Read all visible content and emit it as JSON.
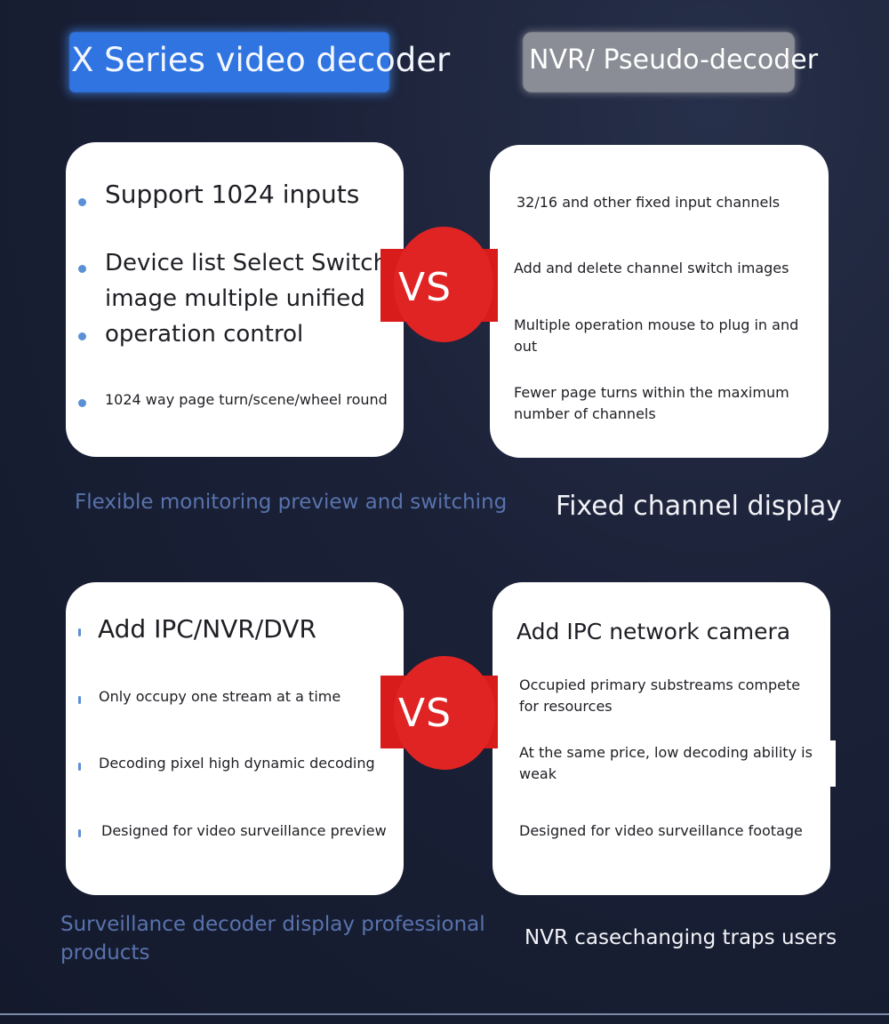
{
  "headers": {
    "left": "X Series video decoder",
    "right": "NVR/ Pseudo-decoder"
  },
  "section1": {
    "left_items": [
      "Support 1024 inputs",
      "Device list Select Switch",
      "image multiple unified",
      "operation control",
      "1024 way page turn/scene/wheel round"
    ],
    "right_items": [
      "32/16 and other fixed input channels",
      "Add and delete channel switch images",
      "Multiple operation mouse to plug in and",
      "out",
      "Fewer page turns within the maximum",
      "number of channels"
    ],
    "vs_label": "VS",
    "left_caption": "Flexible monitoring preview and switching",
    "right_caption": "Fixed channel display"
  },
  "section2": {
    "left_items": [
      "Add IPC/NVR/DVR",
      "Only occupy one stream at a time",
      "Decoding pixel high dynamic decoding",
      "Designed for video surveillance preview"
    ],
    "right_items": [
      "Add IPC network camera",
      "Occupied primary substreams compete",
      "for resources",
      "At the same price, low decoding ability is",
      "weak",
      "Designed for video surveillance footage"
    ],
    "vs_label": "VS",
    "left_caption_line1": "Surveillance decoder display professional",
    "left_caption_line2": "products",
    "right_caption": "NVR casechanging traps users"
  },
  "colors": {
    "background": "#1a2036",
    "accent_blue": "#2f74e0",
    "vs_red": "#e02424",
    "caption_blue": "#5873ad",
    "bullet": "#5b8fd6"
  }
}
